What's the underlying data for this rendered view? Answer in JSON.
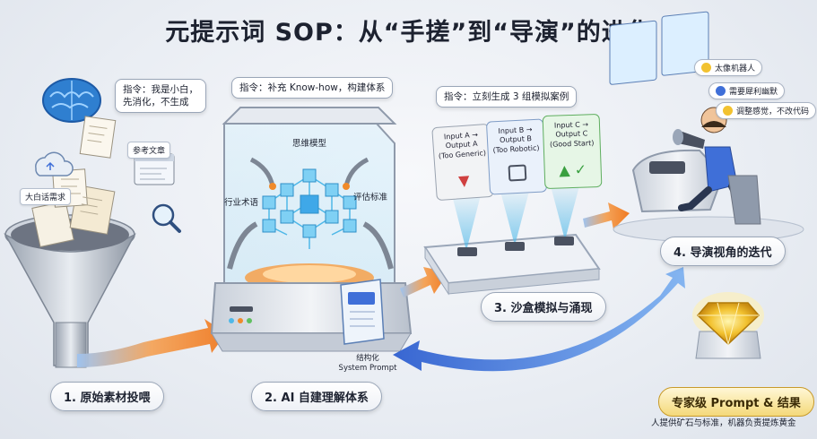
{
  "title": "元提示词 SOP：从“手搓”到“导演”的进化",
  "stage1": {
    "instruction": "指令：我是小白，\n先消化，不生成",
    "tag_vague": "大白话需求",
    "tag_reference": "参考文章",
    "label": "1. 原始素材投喂"
  },
  "stage2": {
    "instruction": "指令：补充 Know-how，构建体系",
    "tag_model": "思维模型",
    "tag_terms": "行业术语",
    "tag_criteria": "评估标准",
    "output_line1": "结构化",
    "output_line2": "System Prompt",
    "label": "2. AI 自建理解体系"
  },
  "stage3": {
    "instruction": "指令：立刻生成 3 组模拟案例",
    "cards": [
      {
        "text": "Input A → Output A\n(Too Generic)",
        "icon": "thumbs-down-icon"
      },
      {
        "text": "Input B → Output B\n(Too Robotic)",
        "icon": "robot-icon"
      },
      {
        "text": "Input C → Output C\n(Good Start)",
        "icon": "thumbs-up-icon"
      }
    ],
    "label": "3. 沙盒模拟与涌现"
  },
  "stage4": {
    "feedback": [
      {
        "text": "太像机器人",
        "icon": "thumbs-down-icon"
      },
      {
        "text": "需要犀利幽默",
        "icon": "comment-icon"
      },
      {
        "text": "调整感觉，不改代码",
        "icon": "thumbs-up-icon"
      }
    ],
    "label": "4. 导演视角的迭代"
  },
  "final": {
    "label": "专家级 Prompt & 结果",
    "caption": "人提供矿石与标准，机器负责提炼黄金"
  },
  "colors": {
    "arrow_orange": "#f08a2a",
    "arrow_blue": "#3f6fd8",
    "cyan": "#4fb8e8",
    "gold": "#f2c230"
  }
}
